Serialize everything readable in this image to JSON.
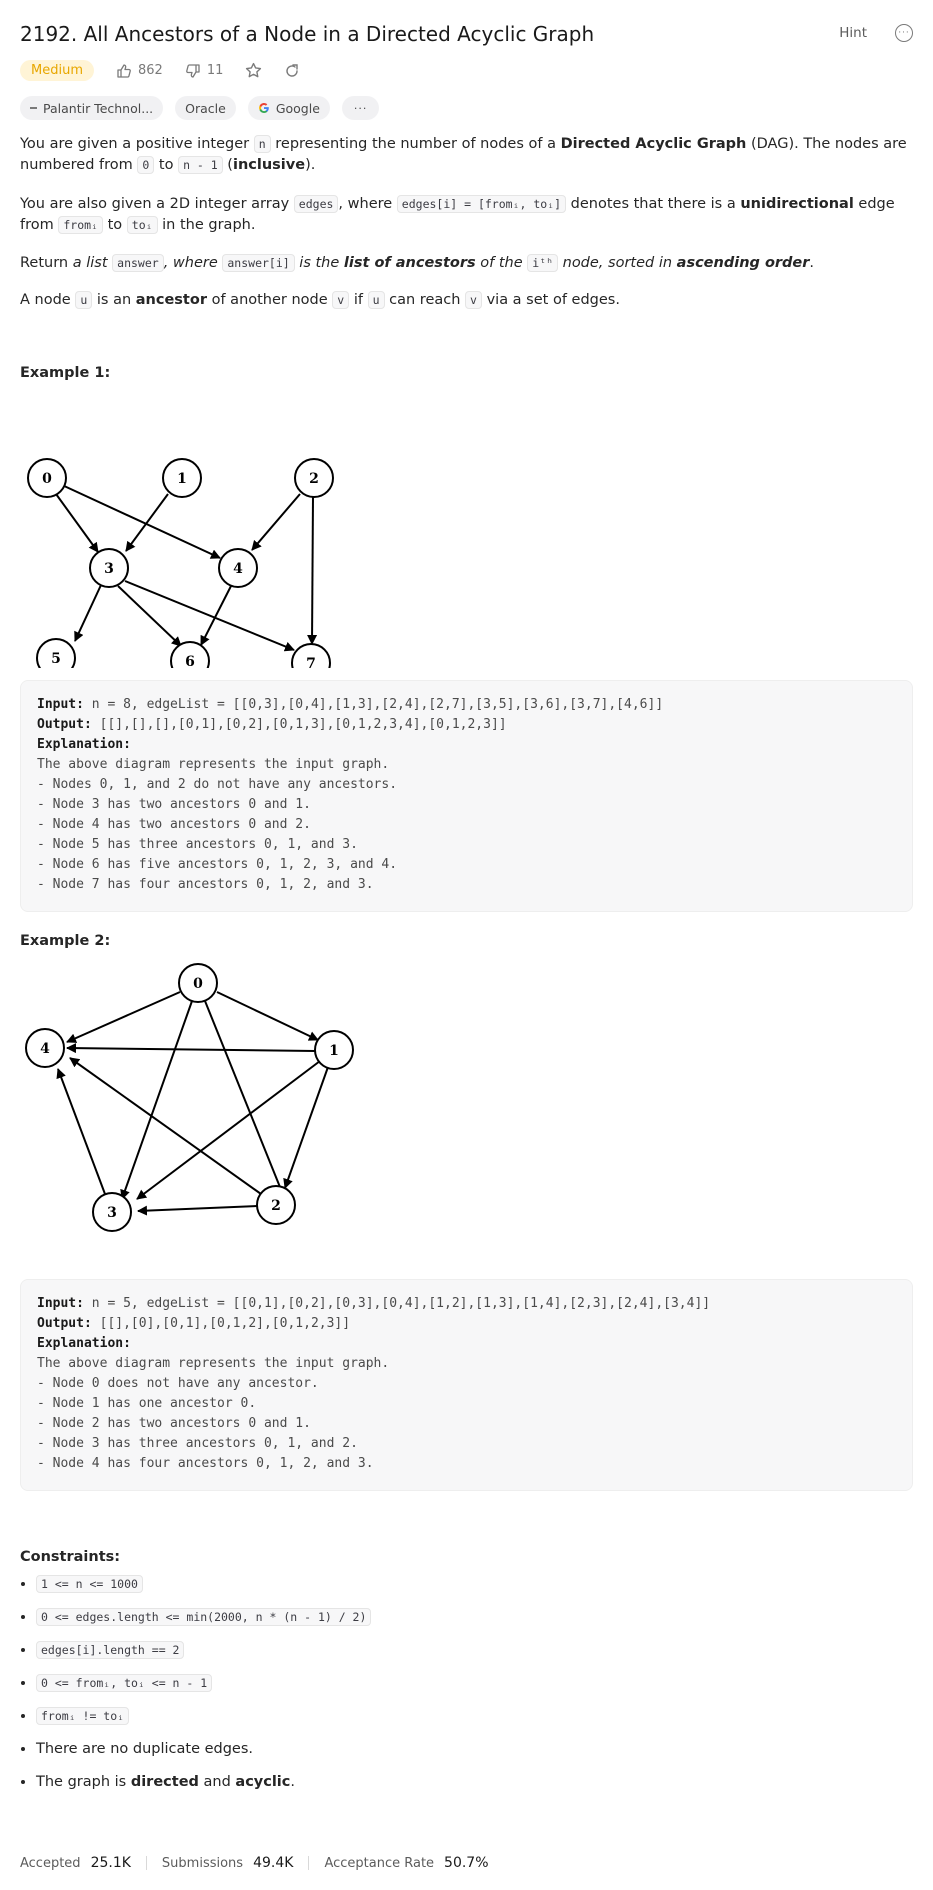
{
  "header": {
    "title": "2192. All Ancestors of a Node in a Directed Acyclic Graph",
    "hint_label": "Hint"
  },
  "meta": {
    "difficulty": "Medium",
    "likes": "862",
    "dislikes": "11"
  },
  "tags": [
    "Palantir Technol...",
    "Oracle",
    "Google"
  ],
  "description": {
    "p1_a": "You are given a positive integer ",
    "p1_n": "n",
    "p1_b": " representing the number of nodes of a ",
    "p1_bold": "Directed Acyclic Graph",
    "p1_c": " (DAG). The nodes are numbered from ",
    "p1_zero": "0",
    "p1_to": " to ",
    "p1_nm1": "n - 1",
    "p1_open": " (",
    "p1_incl": "inclusive",
    "p1_close": ").",
    "p2_a": "You are also given a 2D integer array ",
    "p2_edges": "edges",
    "p2_b": ", where ",
    "p2_def": "edges[i] = [fromᵢ, toᵢ]",
    "p2_c": " denotes that there is a ",
    "p2_bold": "unidirectional",
    "p2_d": " edge from ",
    "p2_from": "fromᵢ",
    "p2_to_word": " to ",
    "p2_to": "toᵢ",
    "p2_e": " in the graph.",
    "p3_a": "Return ",
    "p3_b": "a list ",
    "p3_answer": "answer",
    "p3_c": ", where ",
    "p3_answeri": "answer[i]",
    "p3_d": " is the ",
    "p3_bold": "list of ancestors",
    "p3_e": " of the ",
    "p3_ith": "iᵗʰ",
    "p3_f": " node, sorted in ",
    "p3_bold2": "ascending order",
    "p3_g": ".",
    "p4_a": "A node ",
    "p4_u": "u",
    "p4_b": " is an ",
    "p4_bold": "ancestor",
    "p4_c": " of another node ",
    "p4_v": "v",
    "p4_d": " if ",
    "p4_u2": "u",
    "p4_e": " can reach ",
    "p4_v2": "v",
    "p4_f": " via a set of edges."
  },
  "example1": {
    "title": "Example 1:",
    "input_label": "Input:",
    "input": " n = 8, edgeList = [[0,3],[0,4],[1,3],[2,4],[2,7],[3,5],[3,6],[3,7],[4,6]]",
    "output_label": "Output:",
    "output": " [[],[],[],[0,1],[0,2],[0,1,3],[0,1,2,3,4],[0,1,2,3]]",
    "explanation_label": "Explanation:",
    "lines": [
      "The above diagram represents the input graph.",
      "- Nodes 0, 1, and 2 do not have any ancestors.",
      "- Node 3 has two ancestors 0 and 1.",
      "- Node 4 has two ancestors 0 and 2.",
      "- Node 5 has three ancestors 0, 1, and 3.",
      "- Node 6 has five ancestors 0, 1, 2, 3, and 4.",
      "- Node 7 has four ancestors 0, 1, 2, and 3."
    ],
    "graph_labels": [
      "0",
      "1",
      "2",
      "3",
      "4",
      "5",
      "6",
      "7"
    ]
  },
  "example2": {
    "title": "Example 2:",
    "input_label": "Input:",
    "input": " n = 5, edgeList = [[0,1],[0,2],[0,3],[0,4],[1,2],[1,3],[1,4],[2,3],[2,4],[3,4]]",
    "output_label": "Output:",
    "output": " [[],[0],[0,1],[0,1,2],[0,1,2,3]]",
    "explanation_label": "Explanation:",
    "lines": [
      "The above diagram represents the input graph.",
      "- Node 0 does not have any ancestor.",
      "- Node 1 has one ancestor 0.",
      "- Node 2 has two ancestors 0 and 1.",
      "- Node 3 has three ancestors 0, 1, and 2.",
      "- Node 4 has four ancestors 0, 1, 2, and 3."
    ],
    "graph_labels": [
      "0",
      "1",
      "2",
      "3",
      "4"
    ]
  },
  "constraints": {
    "title": "Constraints:",
    "c1": "1 <= n <= 1000",
    "c2": "0 <= edges.length <= min(2000, n * (n - 1) / 2)",
    "c3": "edges[i].length == 2",
    "c4": "0 <= fromᵢ, toᵢ <= n - 1",
    "c5": "fromᵢ != toᵢ",
    "c6": "There are no duplicate edges.",
    "c7_a": "The graph is ",
    "c7_b": "directed",
    "c7_c": " and ",
    "c7_d": "acyclic",
    "c7_e": "."
  },
  "footer": {
    "accepted_label": "Accepted",
    "accepted": "25.1K",
    "submissions_label": "Submissions",
    "submissions": "49.4K",
    "rate_label": "Acceptance Rate",
    "rate": "50.7%"
  },
  "colors": {
    "medium_bg": "#fff4d6",
    "medium_fg": "#e8a700",
    "code_bg": "#f7f7f8"
  }
}
